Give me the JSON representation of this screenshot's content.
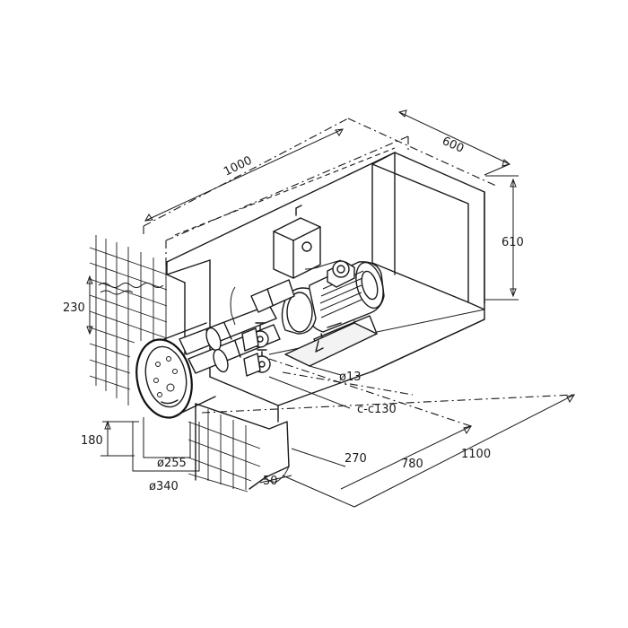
{
  "diagram": {
    "type": "technical-drawing",
    "subject": "",
    "line_color": "#1a1a1a",
    "background": "#ffffff"
  },
  "dimensions": {
    "length_top": "1000",
    "depth_top": "600",
    "height_right": "610",
    "water_level": "230",
    "nozzle_height": "180",
    "inner_diameter": "ø255",
    "outer_diameter": "ø340",
    "pipe_diameter": "ø13",
    "center_spacing": "c-c130",
    "wall_offset": "50",
    "offset_270": "270",
    "offset_780": "780",
    "length_bottom": "1100"
  }
}
